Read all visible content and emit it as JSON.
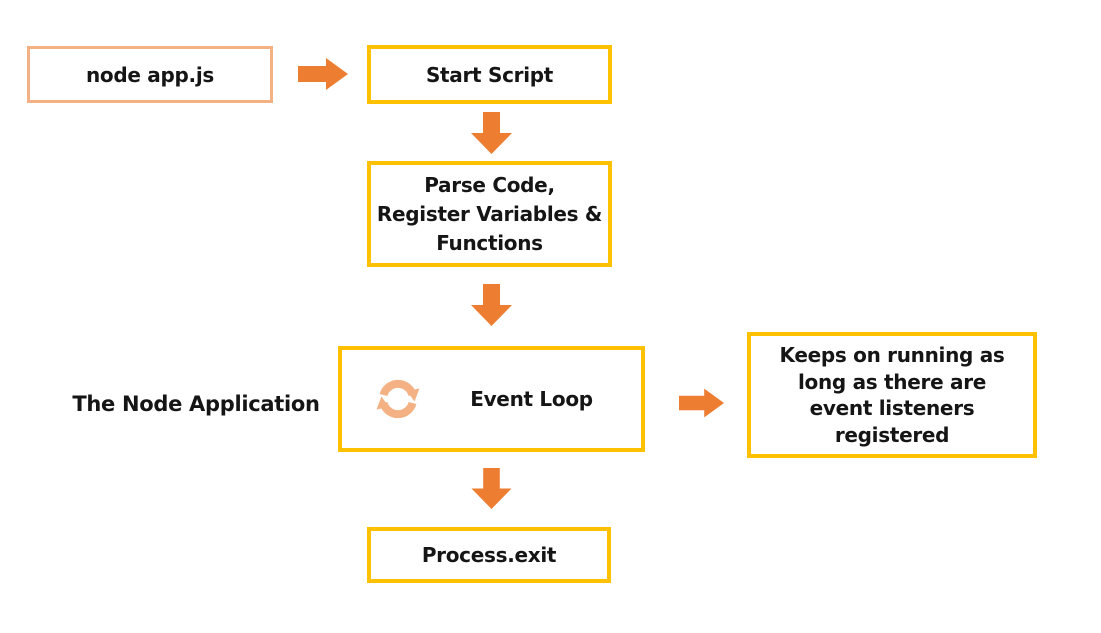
{
  "colors": {
    "accent_orange": "#ED7D31",
    "accent_orange_light": "#F4B183",
    "accent_gold": "#FFC000",
    "text": "#151515",
    "background": "#FFFFFF"
  },
  "flowchart": {
    "nodes": {
      "node_app": {
        "label": "node app.js"
      },
      "start_script": {
        "label": "Start Script"
      },
      "parse_code": {
        "label": "Parse Code,\nRegister Variables &\nFunctions"
      },
      "event_loop": {
        "label": "Event Loop",
        "icon": "loop-refresh-icon"
      },
      "keeps_running": {
        "label": "Keeps on running as\nlong as there are\nevent listeners\nregistered"
      },
      "process_exit": {
        "label": "Process.exit"
      }
    },
    "annotations": {
      "node_application_label": "The Node Application"
    }
  }
}
